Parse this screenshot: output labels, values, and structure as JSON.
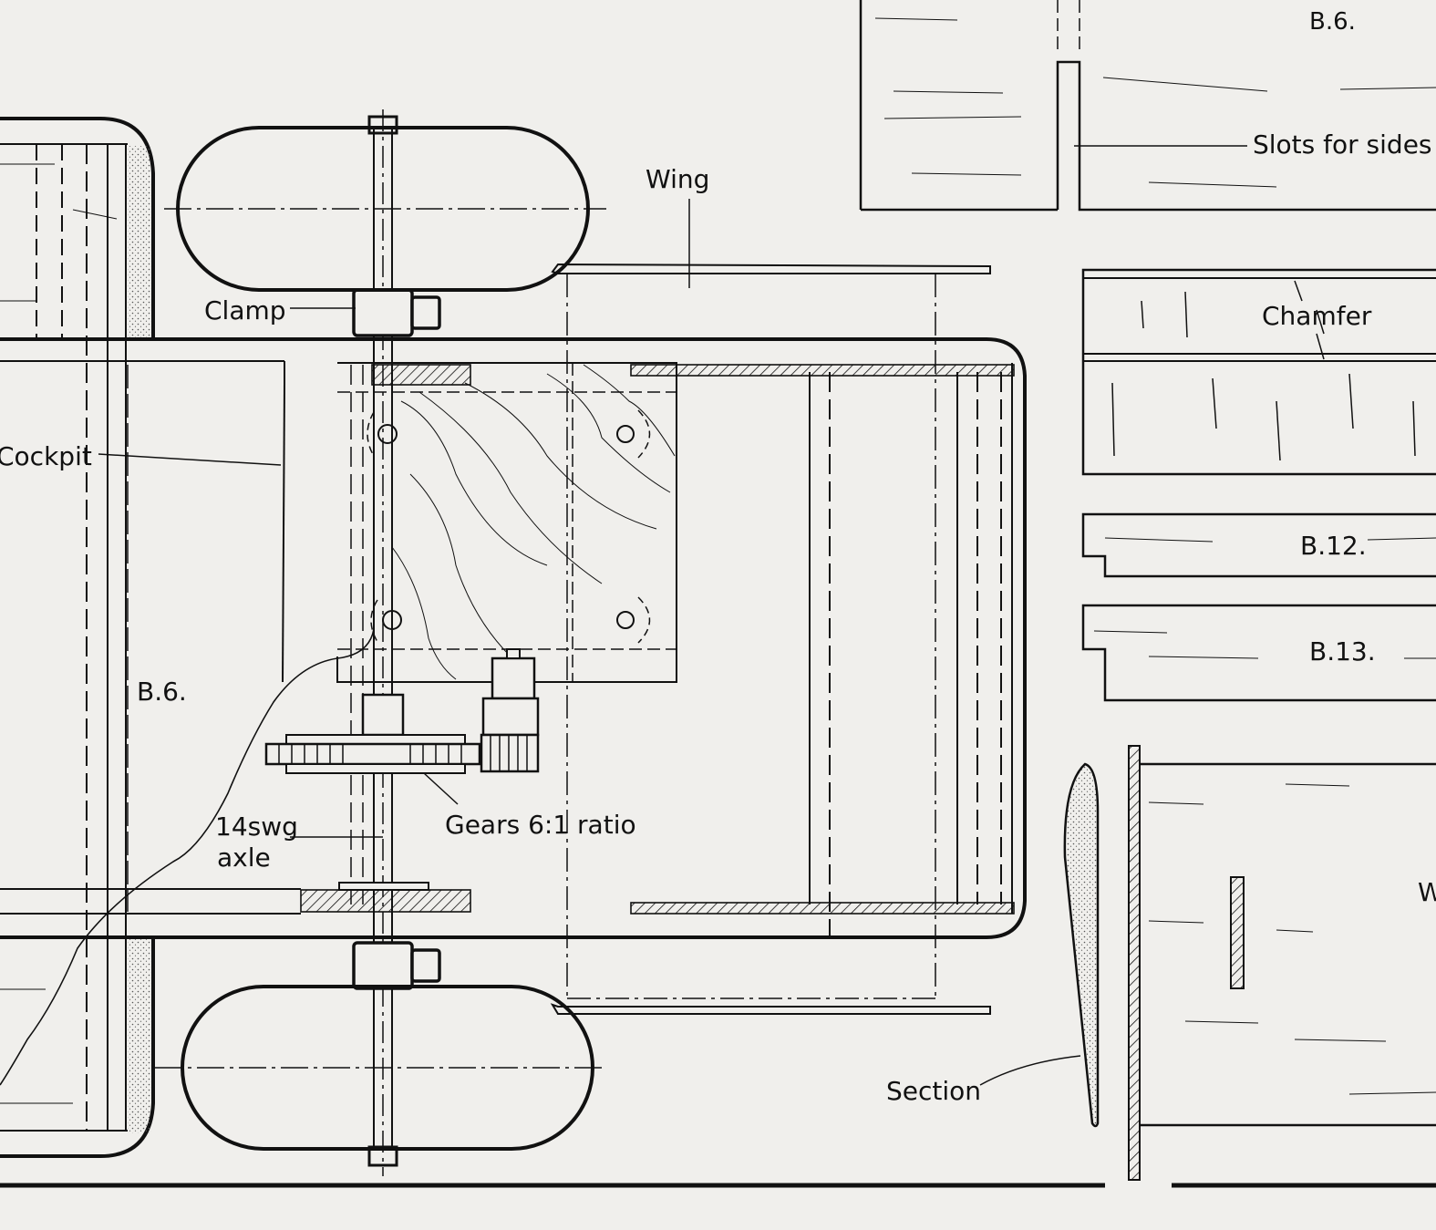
{
  "labels": {
    "b6_top": "B.6.",
    "slots": "Slots for sides",
    "wing": "Wing",
    "clamp": "Clamp",
    "chamfer": "Chamfer",
    "cockpit": "Cockpit",
    "b12": "B.12.",
    "b13": "B.13.",
    "b6_left": "B.6.",
    "gears": "Gears 6:1 ratio",
    "axle_line1": "14swg",
    "axle_line2": "axle",
    "section": "Section",
    "w_fragment": "W"
  },
  "colors": {
    "paper": "#f0efec",
    "ink": "#111111",
    "stipple": "#555555"
  }
}
